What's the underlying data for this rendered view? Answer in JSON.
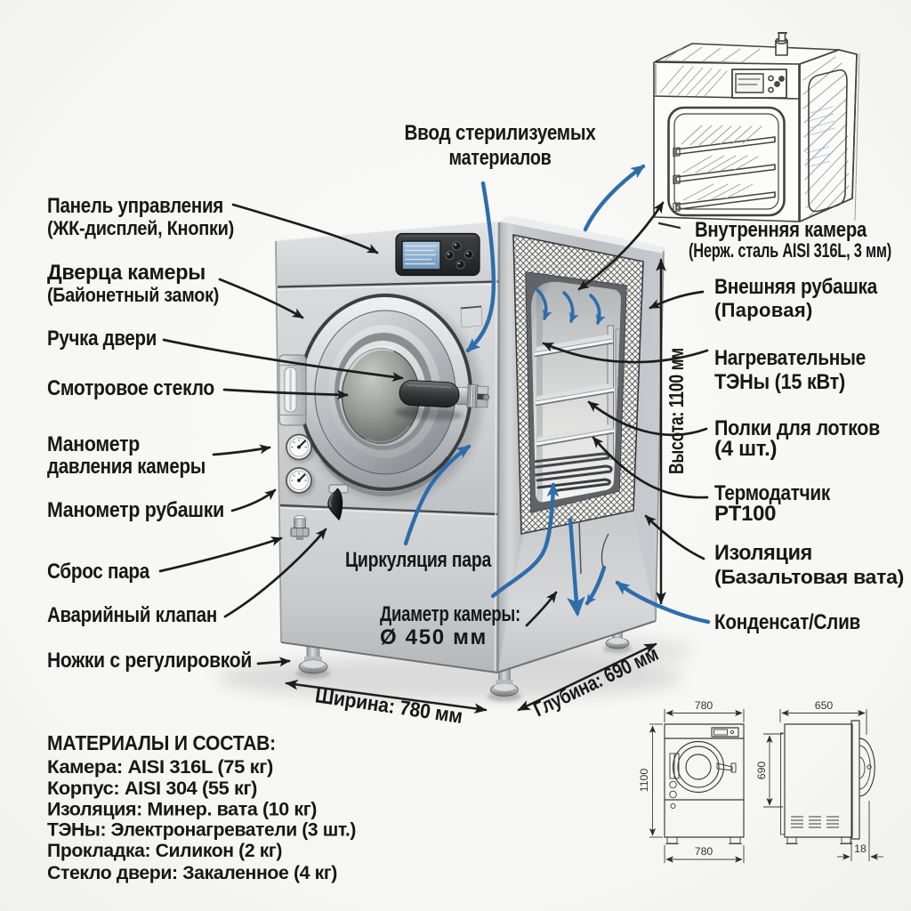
{
  "colors": {
    "background": "#f6f6f4",
    "text": "#171717",
    "callout_arrow": "#1c1c1c",
    "steam_arrow_blue": "#2d6dab",
    "metal_light": "#dcdee0",
    "metal_mid": "#c3c6c9",
    "metal_dark": "#9da1a5",
    "lcd_screen": "#8fb3d4"
  },
  "top_callout": {
    "lines": [
      "Ввод стерилизуемых",
      "материалов"
    ]
  },
  "left_callouts": [
    {
      "id": "control-panel",
      "lines": [
        "Панель управления",
        "(ЖК-дисплей, Кнопки)"
      ]
    },
    {
      "id": "chamber-door",
      "lines": [
        "Дверца камеры",
        "(Байонетный замок)"
      ]
    },
    {
      "id": "door-handle",
      "lines": [
        "Ручка двери"
      ]
    },
    {
      "id": "sight-glass",
      "lines": [
        "Смотровое стекло"
      ]
    },
    {
      "id": "chamber-pressure-gauge",
      "lines": [
        "Манометр",
        "давления камеры"
      ]
    },
    {
      "id": "jacket-gauge",
      "lines": [
        "Манометр рубашки"
      ]
    },
    {
      "id": "steam-release",
      "lines": [
        "Сброс пара"
      ]
    },
    {
      "id": "safety-valve",
      "lines": [
        "Аварийный клапан"
      ]
    },
    {
      "id": "adjustable-feet",
      "lines": [
        "Ножки с регулировкой"
      ]
    }
  ],
  "right_callouts": [
    {
      "id": "inner-chamber",
      "lines": [
        "Внутренняя камера",
        "(Нерж. сталь AISI 316L, 3 мм)"
      ]
    },
    {
      "id": "outer-jacket",
      "lines": [
        "Внешняя рубашка",
        "(Паровая)"
      ]
    },
    {
      "id": "heating-elements",
      "lines": [
        "Нагревательные",
        "ТЭНы (15 кВт)"
      ]
    },
    {
      "id": "tray-shelves",
      "lines": [
        "Полки для лотков",
        "(4 шт.)"
      ]
    },
    {
      "id": "thermal-sensor",
      "lines": [
        "Термодатчик",
        "PT100"
      ]
    },
    {
      "id": "insulation",
      "lines": [
        "Изоляция",
        "(Базальтовая вата)"
      ]
    },
    {
      "id": "condensate-drain",
      "lines": [
        "Конденсат/Слив"
      ]
    }
  ],
  "center_callouts": {
    "steam_circulation": "Циркуляция пара",
    "chamber_diameter": [
      "Диаметр камеры:",
      "Ø 450 мм"
    ]
  },
  "dimensions": {
    "height": "Высота: 1100 мм",
    "width": "Ширина: 780 мм",
    "depth": "Глубина: 690 мм"
  },
  "materials": {
    "title": "МАТЕРИАЛЫ И СОСТАВ:",
    "items": [
      "Камера: AISI 316L (75 кг)",
      "Корпус: AISI 304 (55 кг)",
      "Изоляция: Минер. вата (10 кг)",
      "ТЭНы: Электронагреватели (3 шт.)",
      "Прокладка: Силикон (2 кг)",
      "Стекло двери: Закаленное (4 кг)"
    ]
  },
  "blueprint": {
    "front_view": {
      "width_top": "780",
      "height_left": "1100",
      "width_bottom": "780"
    },
    "side_view": {
      "depth_top": "650",
      "height_left": "690",
      "door_offset": "18"
    }
  }
}
